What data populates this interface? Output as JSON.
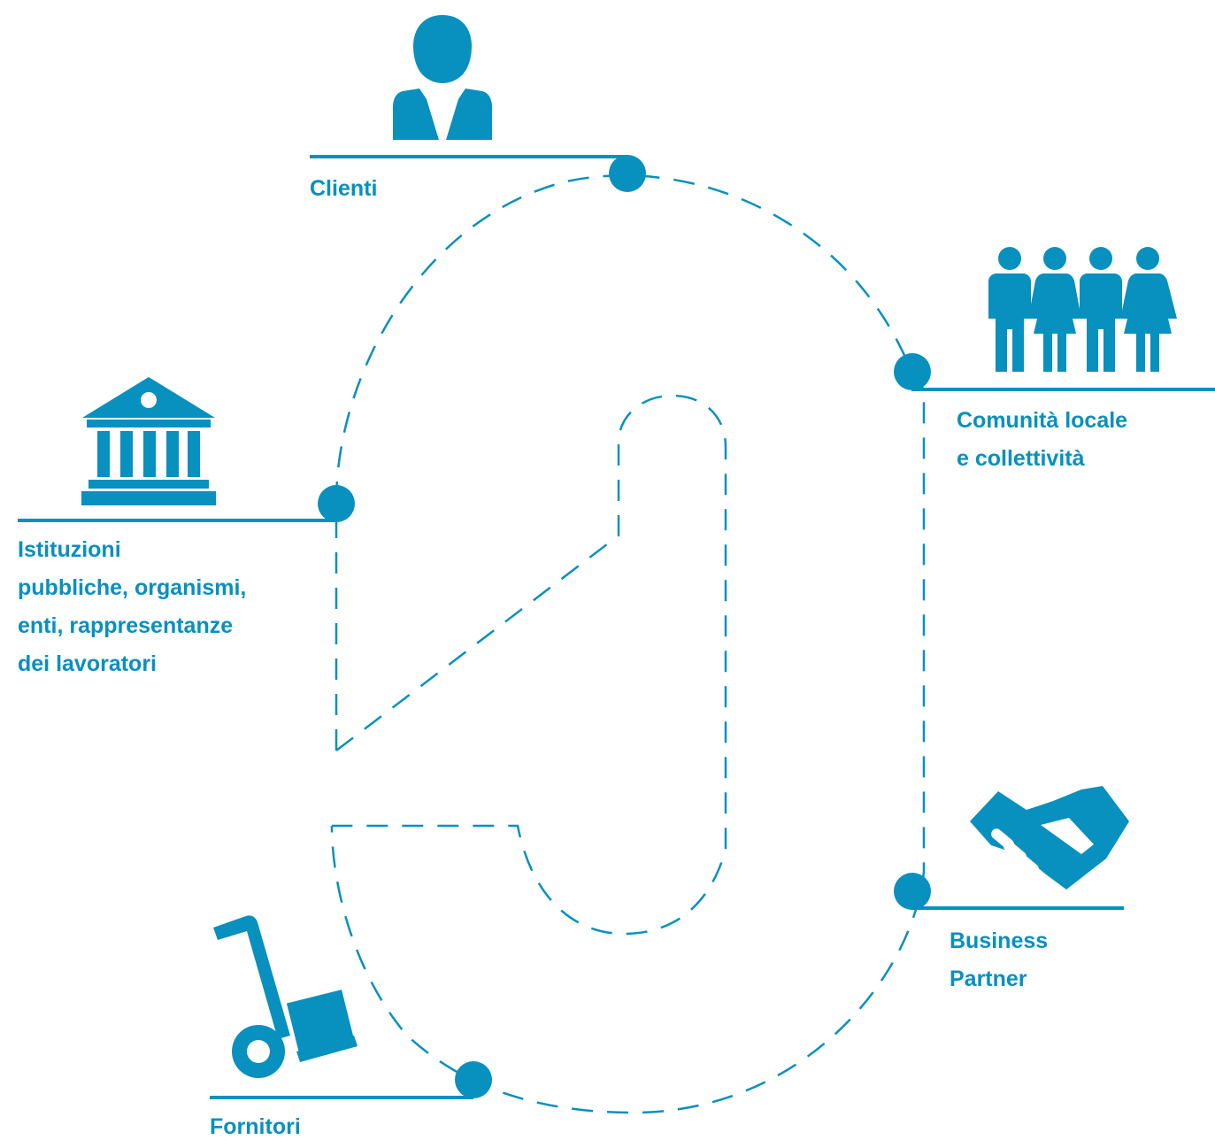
{
  "accent_color": "#0890bf",
  "stakeholders": [
    {
      "id": "clienti",
      "icon": "businessman-icon",
      "lines": [
        "Clienti"
      ]
    },
    {
      "id": "comunita",
      "icon": "community-people-icon",
      "lines": [
        "Comunità locale",
        "e collettività"
      ]
    },
    {
      "id": "istituzioni",
      "icon": "institution-building-icon",
      "lines": [
        "Istituzioni",
        "pubbliche, organismi,",
        "enti, rappresentanze",
        "dei lavoratori"
      ]
    },
    {
      "id": "business",
      "icon": "handshake-icon",
      "lines": [
        "Business",
        "Partner"
      ]
    },
    {
      "id": "fornitori",
      "icon": "hand-truck-icon",
      "lines": [
        "Fornitori"
      ]
    }
  ]
}
